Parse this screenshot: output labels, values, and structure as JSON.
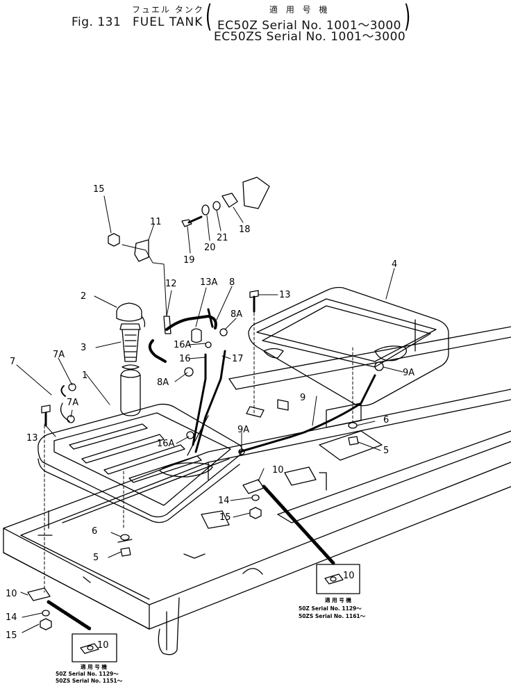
{
  "header": {
    "fig_label": "Fig. 131",
    "title_jp": "フュエル タンク",
    "title_en": "FUEL TANK",
    "applicable_jp": "適 用 号 機",
    "applicable_line1": "EC50Z  Serial No. 1001～3000",
    "applicable_line2": "EC50ZS Serial No. 1001～3000"
  },
  "callouts": [
    "15",
    "11",
    "19",
    "20",
    "21",
    "18",
    "12",
    "13A",
    "8",
    "13",
    "4",
    "2",
    "8A",
    "3",
    "16A",
    "16",
    "17",
    "7A",
    "7",
    "1",
    "8A",
    "7A",
    "9A",
    "9",
    "6",
    "13",
    "5",
    "9A",
    "16A",
    "10",
    "14",
    "15",
    "6",
    "5",
    "10",
    "14",
    "15"
  ],
  "notes": [
    {
      "part": "10",
      "heading": "適 用 号 機",
      "line1": "50Z  Serial No. 1129～",
      "line2": "50ZS Serial No. 1161～"
    },
    {
      "part": "10",
      "heading": "適 用 号 機",
      "line1": "50Z  Serial No. 1129～",
      "line2": "50ZS Serial No. 1151～"
    }
  ],
  "colors": {
    "ink": "#000000",
    "paper": "#ffffff"
  }
}
